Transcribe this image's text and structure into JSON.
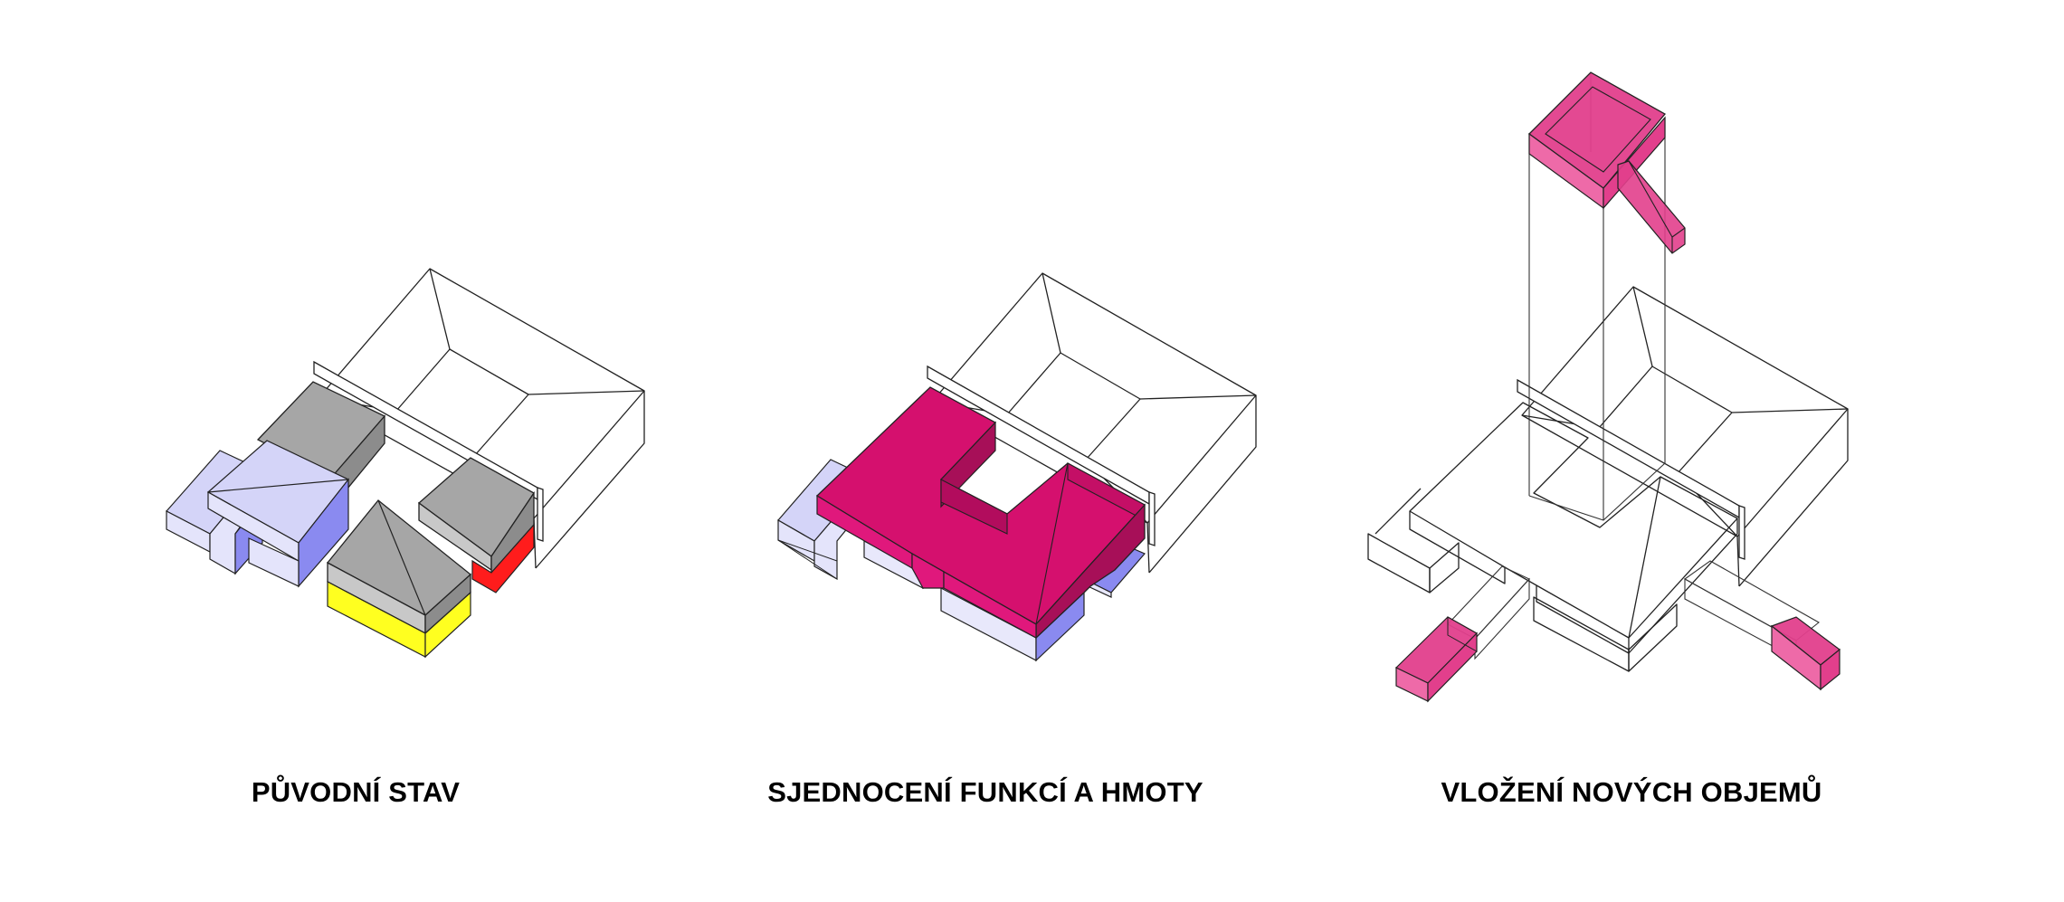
{
  "diagrams": [
    {
      "caption": "PŮVODNÍ STAV"
    },
    {
      "caption": "SJEDNOCENÍ FUNKCÍ A HMOTY"
    },
    {
      "caption": "VLOŽENÍ NOVÝCH OBJEMŮ"
    }
  ],
  "colors": {
    "lavender_light": "#e4e4fb",
    "lavender": "#d4d4f8",
    "lavender_dark": "#8a8af0",
    "gray_top": "#a6a6a6",
    "gray_side": "#8c8c8c",
    "gray_light": "#c8c8c8",
    "yellow": "#ffff20",
    "red": "#ff1c1c",
    "magenta": "#d5106e",
    "magenta_dark": "#a70f58",
    "magenta_mid": "#c00f63",
    "pink_light": "#ee6aa8",
    "pink": "#e23f8c",
    "lavender_front": "#e8e8fb"
  }
}
